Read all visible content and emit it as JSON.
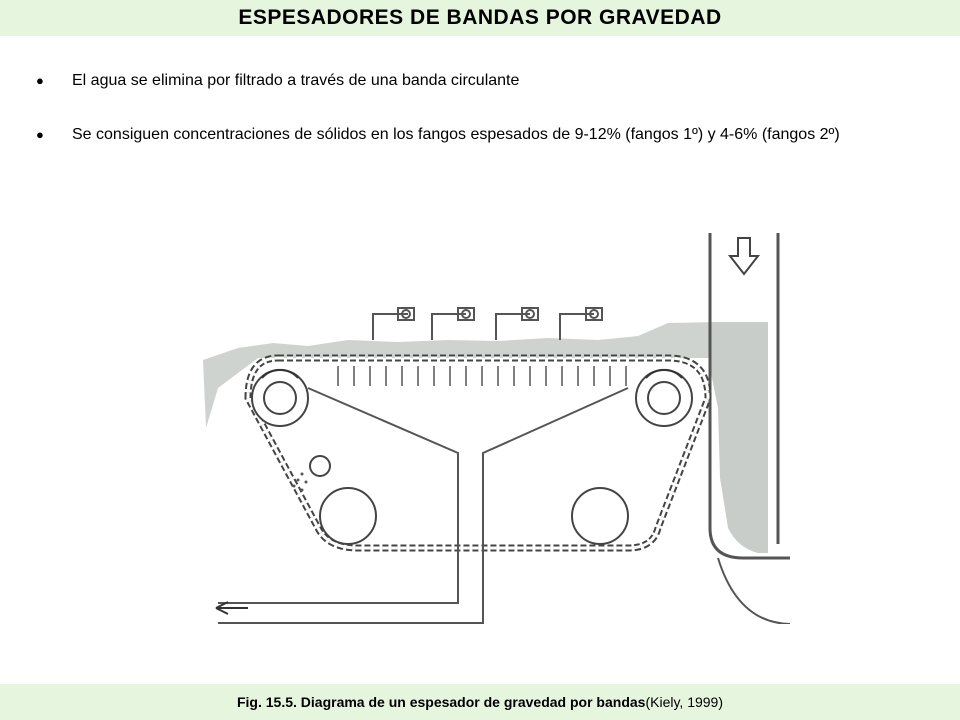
{
  "header": {
    "title": "ESPESADORES DE BANDAS POR GRAVEDAD"
  },
  "bullets": [
    {
      "marker": "●",
      "text": "El agua se elimina por filtrado a través de una banda circulante"
    },
    {
      "marker": "●",
      "text": "Se consiguen concentraciones de sólidos en los fangos espesados de 9-12% (fangos 1º) y 4-6% (fangos 2º)"
    }
  ],
  "figure": {
    "icon": "gravity-belt-thickener-diagram"
  },
  "caption": {
    "label": "Fig. 15.5. Diagrama de un espesador de gravedad por bandas",
    "source": "(Kiely, 1999)"
  }
}
